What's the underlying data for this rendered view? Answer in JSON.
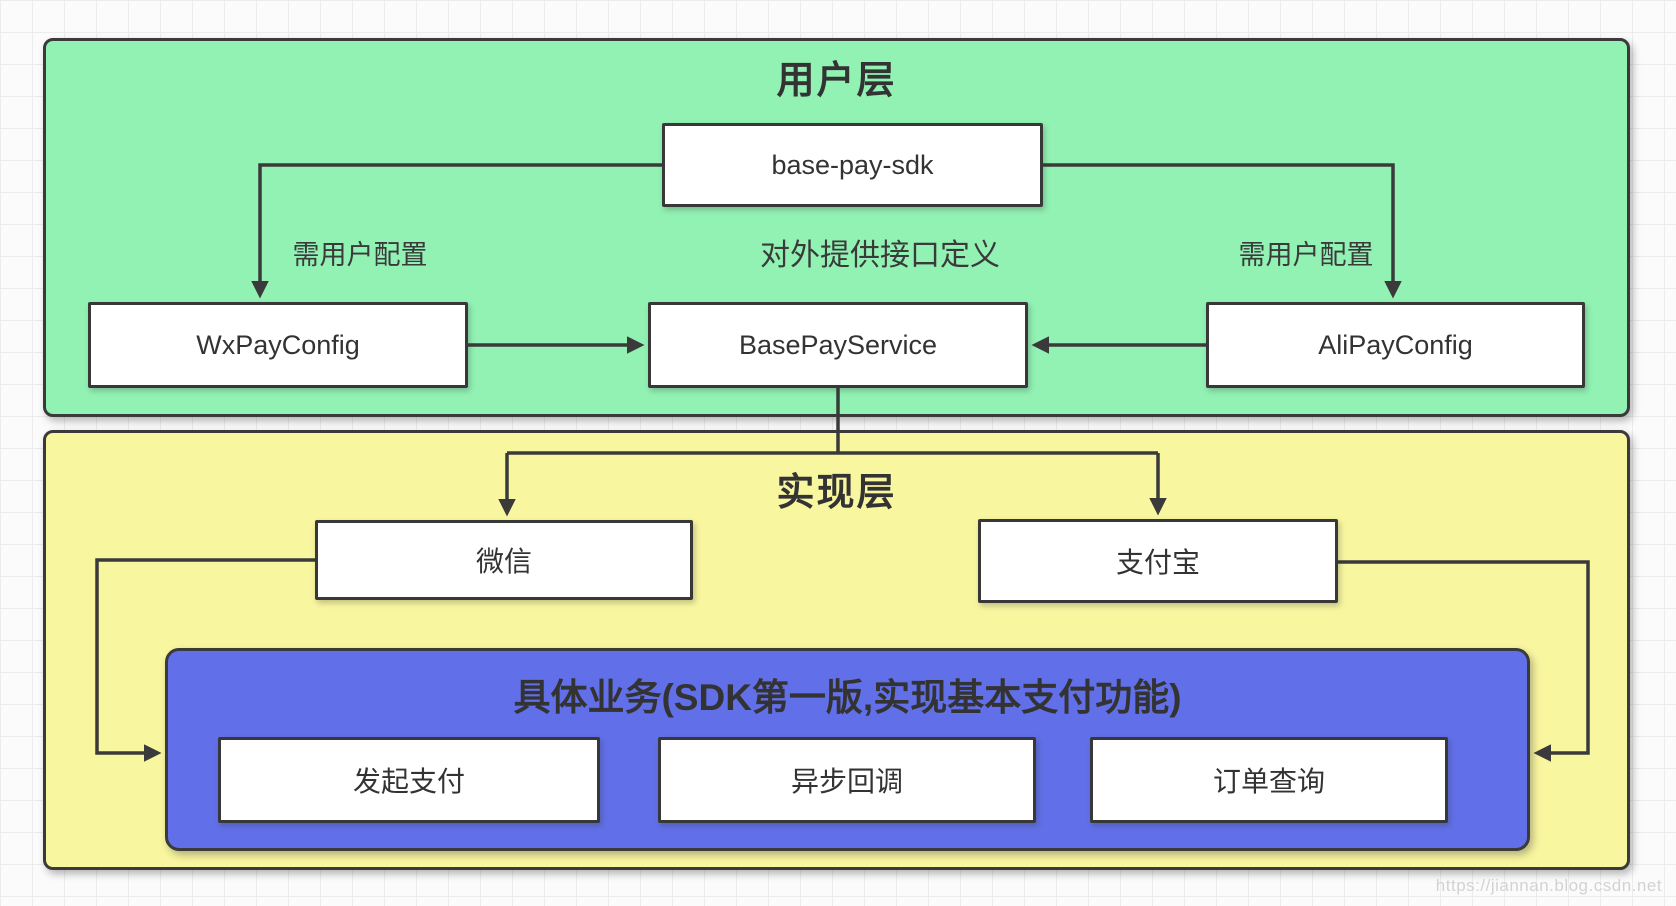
{
  "canvas": {
    "watermark": "https://jiannan.blog.csdn.net",
    "colors": {
      "user_layer_bg": "#92f2b4",
      "impl_layer_bg": "#f9f6a0",
      "business_bg": "#6170e8",
      "node_bg": "#ffffff",
      "border": "#3a3a3a",
      "grid_line": "#ececec",
      "canvas_bg": "#fbfbfb",
      "watermark_color": "#c9c9c9"
    }
  },
  "user_layer": {
    "title": "用户层",
    "nodes": {
      "sdk": "base-pay-sdk",
      "wx_config": "WxPayConfig",
      "base_service": "BasePayService",
      "ali_config": "AliPayConfig"
    },
    "labels": {
      "wx_note": "需用户配置",
      "service_note": "对外提供接口定义",
      "ali_note": "需用户配置"
    }
  },
  "impl_layer": {
    "title": "实现层",
    "nodes": {
      "wechat": "微信",
      "alipay": "支付宝"
    },
    "business": {
      "title": "具体业务(SDK第一版,实现基本支付功能)",
      "nodes": [
        "发起支付",
        "异步回调",
        "订单查询"
      ]
    }
  }
}
